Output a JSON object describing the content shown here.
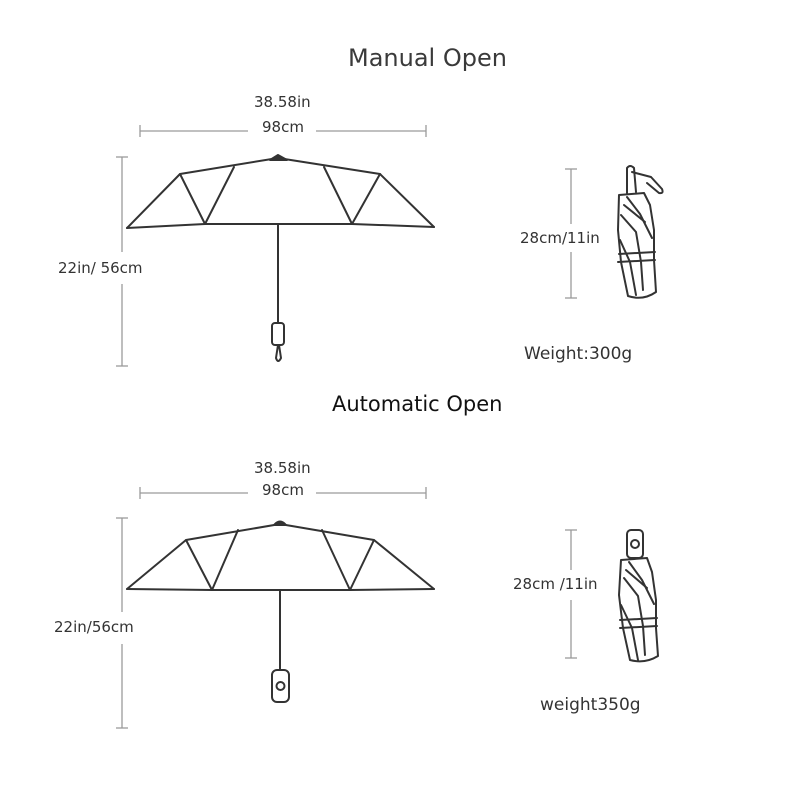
{
  "manual": {
    "title": "Manual Open",
    "width_in": "38.58in",
    "width_cm": "98cm",
    "height": "22in/ 56cm",
    "folded_length": "28cm/11in",
    "weight": "Weight:300g"
  },
  "automatic": {
    "title": "Automatic Open",
    "width_in": "38.58in",
    "width_cm": "98cm",
    "height": "22in/56cm",
    "folded_length": "28cm /11in",
    "weight": "weight350g"
  }
}
